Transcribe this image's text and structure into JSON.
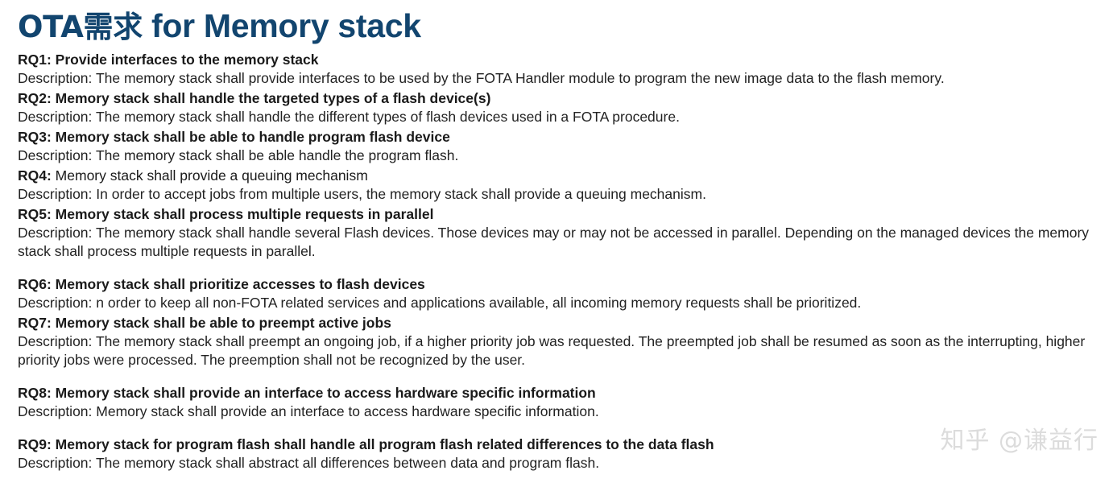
{
  "title": {
    "cjk_part": "OTA需求",
    "full": "OTA需求 for Memory stack",
    "latin_part": " for Memory stack",
    "color": "#12456f"
  },
  "watermark": {
    "text": "知乎 @谦益行",
    "color": "#dcdcdc"
  },
  "requirements": [
    {
      "id": "RQ1:",
      "title_rest": " Provide interfaces to the memory stack",
      "title_full": "RQ1: Provide interfaces to the memory stack",
      "title_all_bold": true,
      "description": "Description: The memory stack shall provide interfaces to be used by the FOTA Handler module to program the new image data to the flash memory."
    },
    {
      "id": "RQ2:",
      "title_rest": " Memory stack shall handle the targeted types of a flash device(s)",
      "title_full": "RQ2: Memory stack shall handle the targeted types of a flash device(s)",
      "title_all_bold": true,
      "description": "Description: The memory stack shall handle the different types of flash devices used in a FOTA procedure."
    },
    {
      "id": "RQ3:",
      "title_rest": " Memory stack shall be able to handle program flash device",
      "title_full": "RQ3: Memory stack shall be able to handle program flash device",
      "title_all_bold": true,
      "description": "Description: The memory stack shall be able handle the program flash."
    },
    {
      "id": "RQ4:",
      "title_rest": " Memory stack shall provide a queuing mechanism",
      "title_full": "RQ4: Memory stack shall provide a queuing mechanism",
      "title_all_bold": false,
      "description": "Description: In order to accept jobs from multiple users, the memory stack shall provide a queuing mechanism."
    },
    {
      "id": "RQ5:",
      "title_rest": " Memory stack shall process multiple requests in parallel",
      "title_full": "RQ5: Memory stack shall process multiple requests in parallel",
      "title_all_bold": true,
      "description": "Description: The memory stack shall handle several Flash devices. Those devices may or may not be accessed in parallel. Depending on the managed devices the memory stack shall process multiple requests in parallel."
    },
    {
      "id": "RQ6:",
      "title_rest": " Memory stack shall prioritize accesses to flash devices",
      "title_full": "RQ6: Memory stack shall prioritize accesses to flash devices",
      "title_all_bold": true,
      "description": "Description: n order to keep all non-FOTA related services and applications available, all incoming memory requests shall be prioritized."
    },
    {
      "id": "RQ7:",
      "title_rest": " Memory stack shall be able to preempt active jobs",
      "title_full": "RQ7: Memory stack shall be able to preempt active jobs",
      "title_all_bold": true,
      "description": "Description: The memory stack shall preempt an ongoing job, if a higher priority job was requested. The preempted job shall be resumed as soon as the interrupting, higher priority jobs were processed. The preemption shall not be recognized by the user."
    },
    {
      "id": "RQ8:",
      "title_rest": " Memory stack shall provide an interface to access hardware specific information",
      "title_full": "RQ8: Memory stack shall provide an interface to access hardware specific information",
      "title_all_bold": true,
      "description": "Description: Memory stack shall provide an interface to access hardware specific information."
    },
    {
      "id": "RQ9:",
      "title_rest": " Memory stack for program flash shall handle all program flash related differences to the data flash",
      "title_full": "RQ9: Memory stack for program flash shall handle all program flash related differences to the data flash",
      "title_all_bold": true,
      "description": "Description: The memory stack shall abstract all differences between data and program flash."
    }
  ]
}
